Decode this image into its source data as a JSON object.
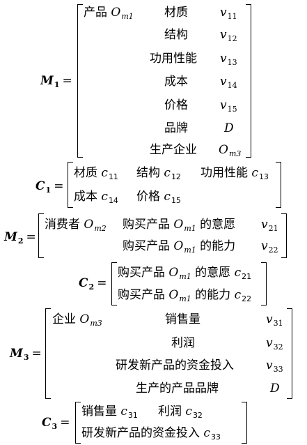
{
  "m1": {
    "lhs": "M",
    "lhs_sub": "1",
    "eq": "=",
    "rows": [
      {
        "obj": "产品 ",
        "obj_sym": "O",
        "obj_sub": "m1",
        "attr": "材质",
        "val": "v",
        "val_sub": "11"
      },
      {
        "attr": "结构",
        "val": "v",
        "val_sub": "12"
      },
      {
        "attr": "功用性能",
        "val": "v",
        "val_sub": "13"
      },
      {
        "attr": "成本",
        "val": "v",
        "val_sub": "14"
      },
      {
        "attr": "价格",
        "val": "v",
        "val_sub": "15"
      },
      {
        "attr": "品牌",
        "val": "D",
        "val_sub": ""
      },
      {
        "attr": "生产企业",
        "val": "O",
        "val_sub": "m3"
      }
    ]
  },
  "c1": {
    "lhs": "C",
    "lhs_sub": "1",
    "eq": "=",
    "row1": [
      {
        "t": "材质 ",
        "s": "c",
        "n": "11"
      },
      {
        "t": "结构 ",
        "s": "c",
        "n": "12"
      },
      {
        "t": "功用性能 ",
        "s": "c",
        "n": "13"
      }
    ],
    "row2": [
      {
        "t": "成本 ",
        "s": "c",
        "n": "14"
      },
      {
        "t": "价格 ",
        "s": "c",
        "n": "15"
      }
    ]
  },
  "m2": {
    "lhs": "M",
    "lhs_sub": "2",
    "eq": "=",
    "obj": "消费者 ",
    "obj_sym": "O",
    "obj_sub": "m2",
    "rows": [
      {
        "pre": "购买产品 ",
        "sym": "O",
        "sub": "m1",
        "post": " 的意愿",
        "val": "v",
        "val_sub": "21"
      },
      {
        "pre": "购买产品 ",
        "sym": "O",
        "sub": "m1",
        "post": " 的能力",
        "val": "v",
        "val_sub": "22"
      }
    ]
  },
  "c2": {
    "lhs": "C",
    "lhs_sub": "2",
    "eq": "=",
    "rows": [
      {
        "pre": "购买产品 ",
        "sym": "O",
        "sub": "m1",
        "post": " 的意愿 ",
        "s": "c",
        "n": "21"
      },
      {
        "pre": "购买产品 ",
        "sym": "O",
        "sub": "m1",
        "post": " 的能力 ",
        "s": "c",
        "n": "22"
      }
    ]
  },
  "m3": {
    "lhs": "M",
    "lhs_sub": "3",
    "eq": "=",
    "obj": "企业 ",
    "obj_sym": "O",
    "obj_sub": "m3",
    "rows": [
      {
        "attr": "销售量",
        "val": "v",
        "val_sub": "31"
      },
      {
        "attr": "利润",
        "val": "v",
        "val_sub": "32"
      },
      {
        "attr": "研发新产品的资金投入",
        "val": "v",
        "val_sub": "33"
      },
      {
        "attr": "生产的产品品牌",
        "val": "D",
        "val_sub": ""
      }
    ]
  },
  "c3": {
    "lhs": "C",
    "lhs_sub": "3",
    "eq": "=",
    "row1": [
      {
        "t": "销售量 ",
        "s": "c",
        "n": "31"
      },
      {
        "t": "利润 ",
        "s": "c",
        "n": "32"
      }
    ],
    "row2": [
      {
        "t": "研发新产品的资金投入 ",
        "s": "c",
        "n": "33"
      }
    ]
  }
}
